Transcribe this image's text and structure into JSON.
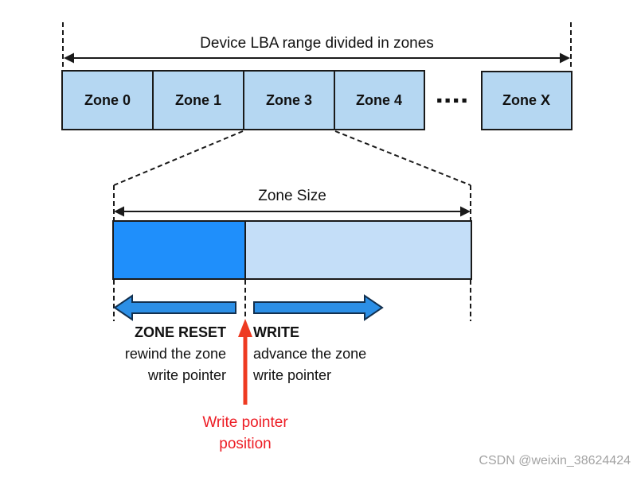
{
  "diagram": {
    "title": "Device LBA range divided in zones",
    "zones": [
      {
        "label": "Zone 0"
      },
      {
        "label": "Zone 1"
      },
      {
        "label": "Zone 3"
      },
      {
        "label": "Zone 4"
      },
      {
        "label": "Zone X"
      }
    ],
    "ellipsis": "▪▪▪▪",
    "zone_size_label": "Zone Size",
    "zone_reset": {
      "title": "ZONE RESET",
      "desc_line1": "rewind the zone",
      "desc_line2": "write pointer"
    },
    "write": {
      "title": "WRITE",
      "desc_line1": "advance the zone",
      "desc_line2": "write pointer"
    },
    "write_pointer": {
      "line1": "Write pointer",
      "line2": "position"
    },
    "colors": {
      "zone_fill": "#b5d7f2",
      "unwritten_fill": "#c4def8",
      "written_fill": "#1f8ffb",
      "action_arrow_fill": "#2c8fe6",
      "pointer_red": "#ee3a21",
      "label_red": "#ed1c24",
      "line_black": "#1a1a1a",
      "watermark_gray": "#a3a3a3"
    }
  },
  "watermark": "CSDN @weixin_38624424"
}
